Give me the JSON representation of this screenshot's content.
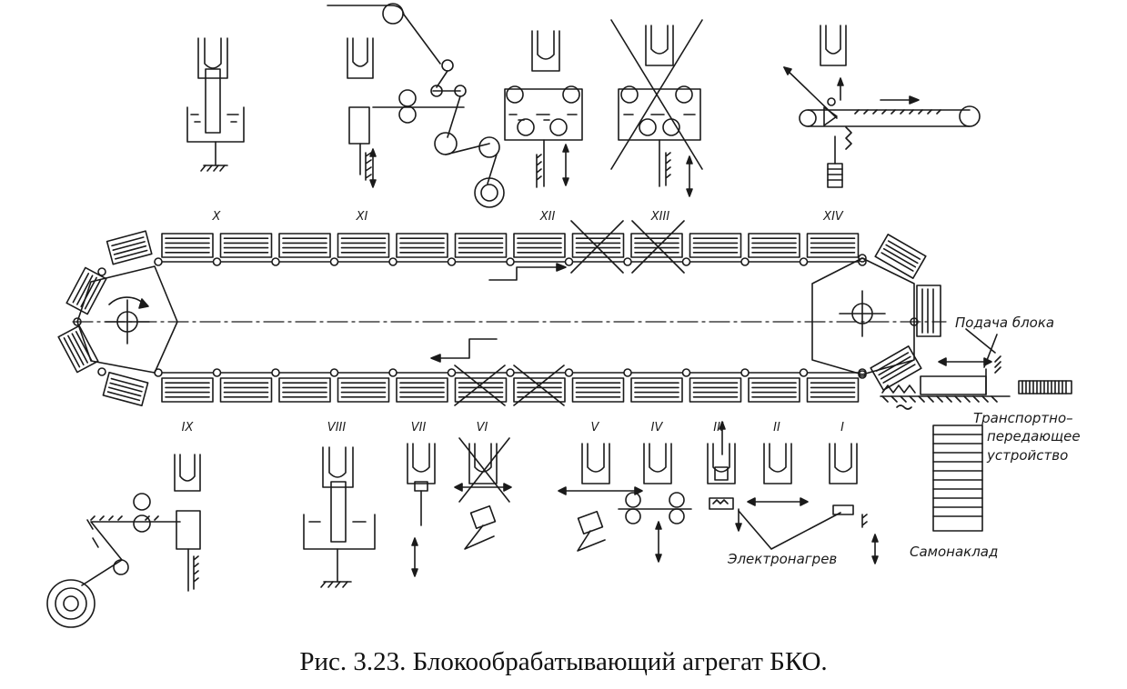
{
  "caption": "Рис. 3.23. Блокообрабатывающий агрегат БКО.",
  "labels": {
    "feed": "Подача блока",
    "transfer_1": "Транспортно–",
    "transfer_2": "передающее",
    "transfer_3": "устройство",
    "heating": "Электронагрев",
    "stacker": "Самонаклад"
  },
  "stations_top": [
    "X",
    "XI",
    "XII",
    "XIII",
    "XIV"
  ],
  "stations_bottom": [
    "IX",
    "VIII",
    "VII",
    "VI",
    "V",
    "IV",
    "III",
    "II",
    "I"
  ],
  "colors": {
    "ink": "#1a1a1a",
    "background": "#ffffff"
  }
}
